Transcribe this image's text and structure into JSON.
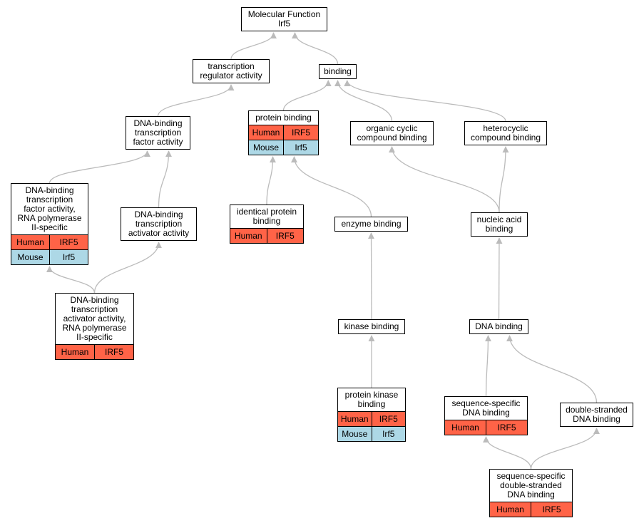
{
  "colors": {
    "human": "#ff6347",
    "mouse": "#add8e6",
    "edge": "#bbbbbb"
  },
  "nodes": {
    "molecular_function": {
      "title": "Molecular Function\nIrf5",
      "rows": []
    },
    "transcription_regulator": {
      "title": "transcription\nregulator activity",
      "rows": []
    },
    "binding": {
      "title": "binding",
      "rows": []
    },
    "dbtf": {
      "title": "DNA-binding\ntranscription\nfactor activity",
      "rows": []
    },
    "protein_binding": {
      "title": "protein binding",
      "rows": [
        {
          "org": "Human",
          "gene": "IRF5"
        },
        {
          "org": "Mouse",
          "gene": "Irf5"
        }
      ]
    },
    "organic_cyclic": {
      "title": "organic cyclic\ncompound binding",
      "rows": []
    },
    "heterocyclic": {
      "title": "heterocyclic\ncompound binding",
      "rows": []
    },
    "dbtf_pol2": {
      "title": "DNA-binding\ntranscription\nfactor activity,\nRNA polymerase\nII-specific",
      "rows": [
        {
          "org": "Human",
          "gene": "IRF5"
        },
        {
          "org": "Mouse",
          "gene": "Irf5"
        }
      ]
    },
    "dbta": {
      "title": "DNA-binding\ntranscription\nactivator activity",
      "rows": []
    },
    "identical_protein": {
      "title": "identical protein\nbinding",
      "rows": [
        {
          "org": "Human",
          "gene": "IRF5"
        }
      ]
    },
    "enzyme_binding": {
      "title": "enzyme binding",
      "rows": []
    },
    "nucleic_acid": {
      "title": "nucleic acid\nbinding",
      "rows": []
    },
    "dbta_pol2": {
      "title": "DNA-binding\ntranscription\nactivator activity,\nRNA polymerase\nII-specific",
      "rows": [
        {
          "org": "Human",
          "gene": "IRF5"
        }
      ]
    },
    "kinase_binding": {
      "title": "kinase binding",
      "rows": []
    },
    "dna_binding": {
      "title": "DNA binding",
      "rows": []
    },
    "protein_kinase": {
      "title": "protein kinase\nbinding",
      "rows": [
        {
          "org": "Human",
          "gene": "IRF5"
        },
        {
          "org": "Mouse",
          "gene": "Irf5"
        }
      ]
    },
    "seq_specific": {
      "title": "sequence-specific\nDNA binding",
      "rows": [
        {
          "org": "Human",
          "gene": "IRF5"
        }
      ]
    },
    "ds_dna": {
      "title": "double-stranded\nDNA binding",
      "rows": []
    },
    "seq_ds": {
      "title": "sequence-specific\ndouble-stranded\nDNA binding",
      "rows": [
        {
          "org": "Human",
          "gene": "IRF5"
        }
      ]
    }
  },
  "edges": [
    [
      "transcription_regulator",
      "molecular_function"
    ],
    [
      "binding",
      "molecular_function"
    ],
    [
      "dbtf",
      "transcription_regulator"
    ],
    [
      "protein_binding",
      "binding"
    ],
    [
      "organic_cyclic",
      "binding"
    ],
    [
      "heterocyclic",
      "binding"
    ],
    [
      "dbtf_pol2",
      "dbtf"
    ],
    [
      "dbta",
      "dbtf"
    ],
    [
      "identical_protein",
      "protein_binding"
    ],
    [
      "enzyme_binding",
      "protein_binding"
    ],
    [
      "nucleic_acid",
      "organic_cyclic"
    ],
    [
      "nucleic_acid",
      "heterocyclic"
    ],
    [
      "dbta_pol2",
      "dbtf_pol2"
    ],
    [
      "dbta_pol2",
      "dbta"
    ],
    [
      "kinase_binding",
      "enzyme_binding"
    ],
    [
      "dna_binding",
      "nucleic_acid"
    ],
    [
      "protein_kinase",
      "kinase_binding"
    ],
    [
      "seq_specific",
      "dna_binding"
    ],
    [
      "ds_dna",
      "dna_binding"
    ],
    [
      "seq_ds",
      "seq_specific"
    ],
    [
      "seq_ds",
      "ds_dna"
    ]
  ]
}
